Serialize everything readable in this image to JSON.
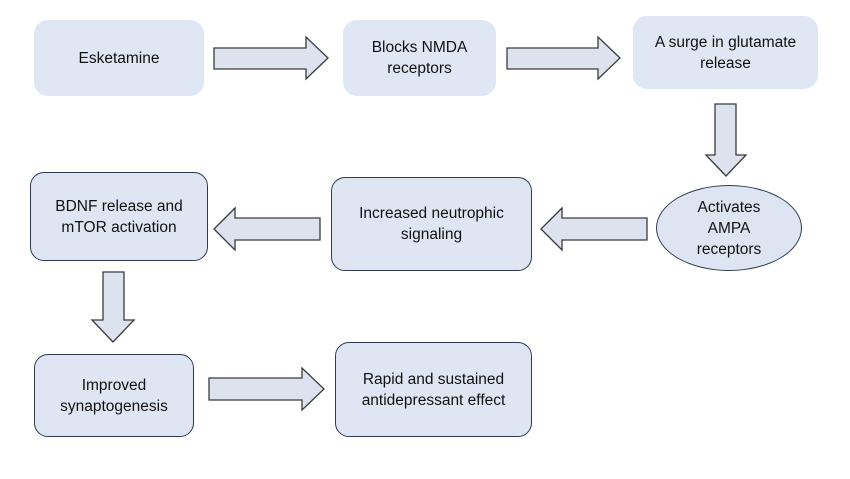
{
  "colors": {
    "node_fill": "#dfe6f4",
    "node_border": "#2f3b52",
    "arrow_fill": "#dde3ee",
    "arrow_stroke": "#3b3b3b",
    "text": "#111111"
  },
  "nodes": {
    "esketamine": "Esketamine",
    "nmda": "Blocks NMDA receptors",
    "glutamate": "A surge in glutamate release",
    "ampa": "Activates AMPA receptors",
    "neurotrophic": "Increased neutrophic signaling",
    "bdnf": "BDNF release and mTOR activation",
    "synaptogenesis": "Improved synaptogenesis",
    "effect": "Rapid and sustained antidepressant effect"
  },
  "edges": [
    {
      "from": "esketamine",
      "to": "nmda",
      "direction": "right"
    },
    {
      "from": "nmda",
      "to": "glutamate",
      "direction": "right"
    },
    {
      "from": "glutamate",
      "to": "ampa",
      "direction": "down"
    },
    {
      "from": "ampa",
      "to": "neurotrophic",
      "direction": "left"
    },
    {
      "from": "neurotrophic",
      "to": "bdnf",
      "direction": "left"
    },
    {
      "from": "bdnf",
      "to": "synaptogenesis",
      "direction": "down"
    },
    {
      "from": "synaptogenesis",
      "to": "effect",
      "direction": "right"
    }
  ]
}
